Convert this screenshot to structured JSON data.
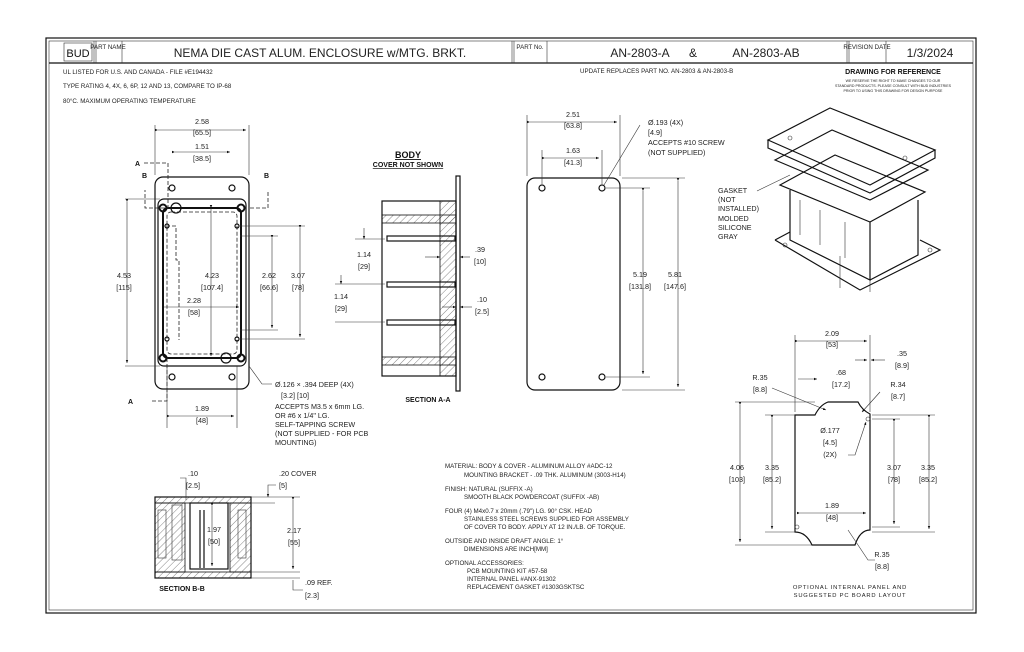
{
  "title_block": {
    "logo": "BUD",
    "part_name_label": "PART NAME",
    "part_name": "NEMA DIE CAST ALUM. ENCLOSURE w/MTG. BRKT.",
    "part_no_label": "PART No.",
    "part_no_a": "AN-2803-A",
    "part_no_amp": "&",
    "part_no_b": "AN-2803-AB",
    "revision_label": "REVISION DATE",
    "revision_date": "1/3/2024"
  },
  "notes_top": [
    "UL LISTED FOR U.S. AND CANADA - FILE #E194432",
    "TYPE RATING 4, 4X, 6, 6P, 12 AND 13, COMPARE TO IP-68",
    "80°C. MAXIMUM OPERATING TEMPERATURE"
  ],
  "update_note": "UPDATE REPLACES PART NO. AN-2803 & AN-2803-B",
  "reference": {
    "title": "DRAWING FOR REFERENCE",
    "lines": [
      "WE RESERVE THE RIGHT TO MAKE CHANGES TO OUR",
      "STANDARD PRODUCTS. PLEASE CONSULT WITH BUD INDUSTRIES",
      "PRIOR TO USING THIS DRAWING FOR DESIGN PURPOSE"
    ]
  },
  "front_view": {
    "section_a": "A",
    "section_b": "B",
    "dim_width": "2.58",
    "dim_width_mm": "[65.5]",
    "dim_holes": "1.51",
    "dim_holes_mm": "[38.5]",
    "dim_height": "4.53",
    "dim_height_mm": "[115]",
    "dim_inner": "4.23",
    "dim_inner_mm": "[107.4]",
    "dim_inner_w": "2.28",
    "dim_inner_w_mm": "[58]",
    "dim_pcb": "2.62",
    "dim_pcb_mm": "[66.6]",
    "dim_pcb2": "3.07",
    "dim_pcb2_mm": "[78]",
    "dim_bottom": "1.89",
    "dim_bottom_mm": "[48]",
    "hole_note": [
      "Ø.126 ×  .394  DEEP (4X)",
      "[3.2]       [10]",
      "ACCEPTS M3.5 x 6mm LG.",
      "OR #6 x 1/4\" LG.",
      "SELF-TAPPING SCREW",
      "(NOT SUPPLIED - FOR PCB",
      "MOUNTING)"
    ]
  },
  "section_aa": {
    "title": "BODY",
    "subtitle": "COVER NOT SHOWN",
    "dim1": "1.14",
    "dim1_mm": "[29]",
    "dim2": "1.14",
    "dim2_mm": "[29]",
    "dim3": ".39",
    "dim3_mm": "[10]",
    "dim4": ".10",
    "dim4_mm": "[2.5]",
    "label": "SECTION A-A"
  },
  "back_view": {
    "dim_width": "2.51",
    "dim_width_mm": "[63.8]",
    "dim_holes": "1.63",
    "dim_holes_mm": "[41.3]",
    "dim_h1": "5.19",
    "dim_h1_mm": "[131.8]",
    "dim_h2": "5.81",
    "dim_h2_mm": "[147.6]",
    "hole_note": [
      "Ø.193 (4X)",
      "[4.9]",
      "ACCEPTS #10 SCREW",
      "(NOT SUPPLIED)"
    ]
  },
  "iso_view": {
    "gasket_note": [
      "GASKET",
      "(NOT",
      "INSTALLED)",
      "MOLDED",
      "SILICONE",
      "GRAY"
    ]
  },
  "panel": {
    "dim_w": "2.09",
    "dim_w_mm": "[53]",
    "dim_r1": ".35",
    "dim_r1_mm": "[8.9]",
    "dim_68": ".68",
    "dim_68_mm": "[17.2]",
    "r_tl": "R.35",
    "r_tl_mm": "[8.8]",
    "r_tr": "R.34",
    "r_tr_mm": "[8.7]",
    "hole": "Ø.177",
    "hole_mm": "[4.5]",
    "hole_qty": "(2X)",
    "dim_406": "4.06",
    "dim_406_mm": "[103]",
    "dim_335l": "3.35",
    "dim_335l_mm": "[85.2]",
    "dim_307": "3.07",
    "dim_307_mm": "[78]",
    "dim_335r": "3.35",
    "dim_335r_mm": "[85.2]",
    "dim_189": "1.89",
    "dim_189_mm": "[48]",
    "r_bot": "R.35",
    "r_bot_mm": "[8.8]",
    "caption": [
      "OPTIONAL INTERNAL PANEL AND",
      "SUGGESTED PC BOARD LAYOUT"
    ]
  },
  "section_bb": {
    "dim_10": ".10",
    "dim_10_mm": "[2.5]",
    "dim_cover": ".20 COVER",
    "dim_cover_mm": "[5]",
    "dim_197": "1.97",
    "dim_197_mm": "[50]",
    "dim_217": "2.17",
    "dim_217_mm": "[55]",
    "dim_09": ".09  REF.",
    "dim_09_mm": "[2.3]",
    "label": "SECTION B-B"
  },
  "notes_bottom": [
    "MATERIAL: BODY & COVER - ALUMINUM ALLOY #ADC-12",
    "MOUNTING BRACKET - .09 THK. ALUMINUM (3003-H14)",
    "FINISH: NATURAL (SUFFIX -A)",
    "SMOOTH BLACK POWDERCOAT (SUFFIX -AB)",
    "FOUR (4) M4x0.7 x 20mm (.79\") LG. 90° CSK. HEAD",
    "STAINLESS STEEL SCREWS SUPPLIED FOR ASSEMBLY",
    "OF COVER TO BODY. APPLY AT 12 IN./LB. OF TORQUE.",
    "OUTSIDE AND INSIDE DRAFT ANGLE: 1°",
    "DIMENSIONS ARE INCH[MM]",
    "OPTIONAL ACCESSORIES:",
    "PCB MOUNTING KIT #57-58",
    "INTERNAL PANEL #ANX-91302",
    "REPLACEMENT GASKET #1303GSKTSC"
  ]
}
